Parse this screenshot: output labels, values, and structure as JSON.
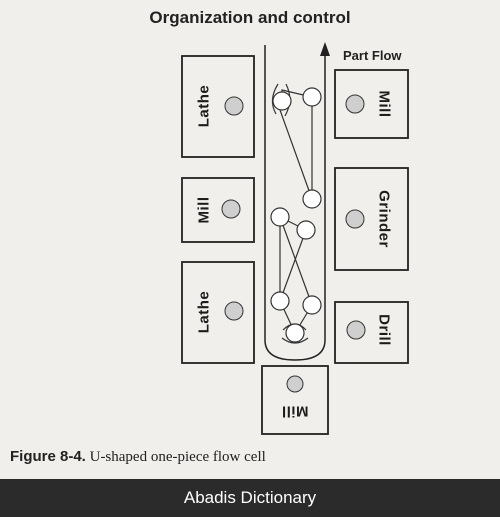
{
  "header": {
    "title": "Organization and control"
  },
  "flow": {
    "label": "Part Flow"
  },
  "machines": [
    {
      "label": "Lathe"
    },
    {
      "label": "Mill"
    },
    {
      "label": "Lathe"
    },
    {
      "label": "Mill"
    },
    {
      "label": "Grinder"
    },
    {
      "label": "Drill"
    },
    {
      "label": "Mill"
    }
  ],
  "caption": {
    "figure_number": "Figure 8-4.",
    "text": "U-shaped one-piece flow cell"
  },
  "footer": {
    "text": "Abadis Dictionary"
  }
}
